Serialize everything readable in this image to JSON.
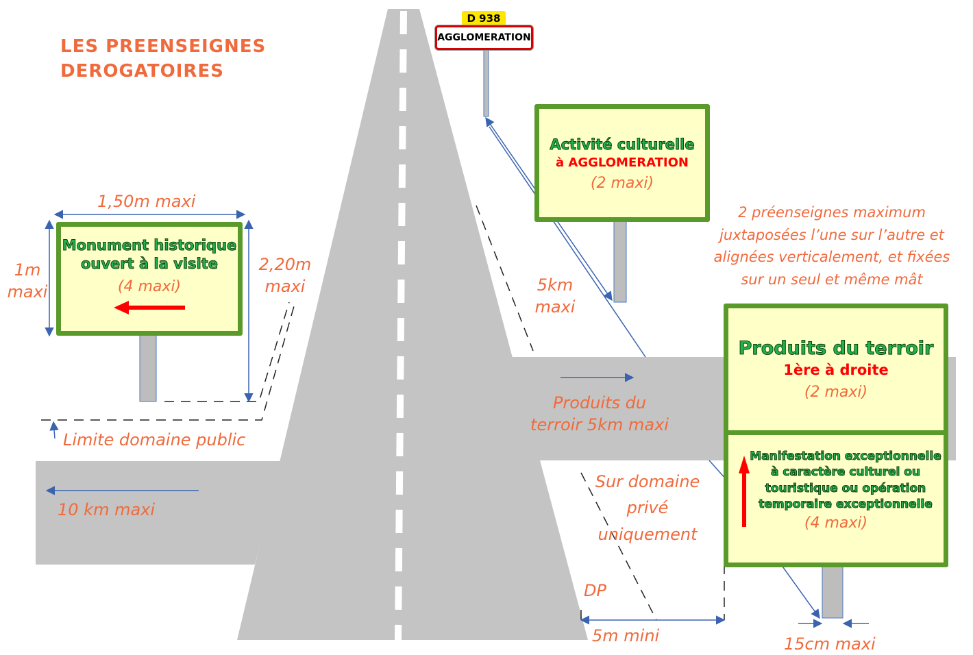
{
  "title": {
    "line1": "LES PREENSEIGNES",
    "line2": "DEROGATOIRES"
  },
  "agglomeration_sign": {
    "road_number": "D 938",
    "name": "AGGLOMERATION"
  },
  "signs": {
    "monument": {
      "line1": "Monument historique",
      "line2": "ouvert à la visite",
      "count": "(4 maxi)",
      "arrow": "left-arrow"
    },
    "culture": {
      "line1": "Activité culturelle",
      "line2": "à AGGLOMERATION",
      "count": "(2 maxi)"
    },
    "terroir": {
      "line1": "Produits du terroir",
      "line2": "1ère à droite",
      "count": "(2 maxi)"
    },
    "manifestation": {
      "line1": "Manifestation exceptionnelle",
      "line2": "à caractère culturel ou",
      "line3": "touristique ou opération",
      "line4": "temporaire exceptionnelle",
      "count": "(4 maxi)",
      "arrow": "up-arrow"
    }
  },
  "labels": {
    "width_max": "1,50m maxi",
    "height_1m_a": "1m",
    "height_1m_b": "maxi",
    "height_220_a": "2,20m",
    "height_220_b": "maxi",
    "limite": "Limite domaine public",
    "ten_km": "10 km maxi",
    "five_km_a": "5km",
    "five_km_b": "maxi",
    "terroir_dist_a": "Produits du",
    "terroir_dist_b": "terroir 5km maxi",
    "juxta": [
      "2 préenseignes maximum",
      "juxtaposées l’une sur l’autre et",
      "alignées verticalement, et fixées",
      "sur un seul et même mât"
    ],
    "prive": [
      "Sur domaine",
      "privé",
      "uniquement"
    ],
    "dp": "DP",
    "five_m": "5m mini",
    "fifteen_cm": "15cm maxi"
  },
  "colors": {
    "road": "#c4c4c4",
    "sign_border": "#5a9a2a",
    "sign_fill": "#ffffc8",
    "annotation": "#f06a3c",
    "dimension_arrow": "#3a64b0",
    "highlight_green": "#22b14c",
    "highlight_red": "#ff0000",
    "tag_yellow": "#ffe600"
  }
}
